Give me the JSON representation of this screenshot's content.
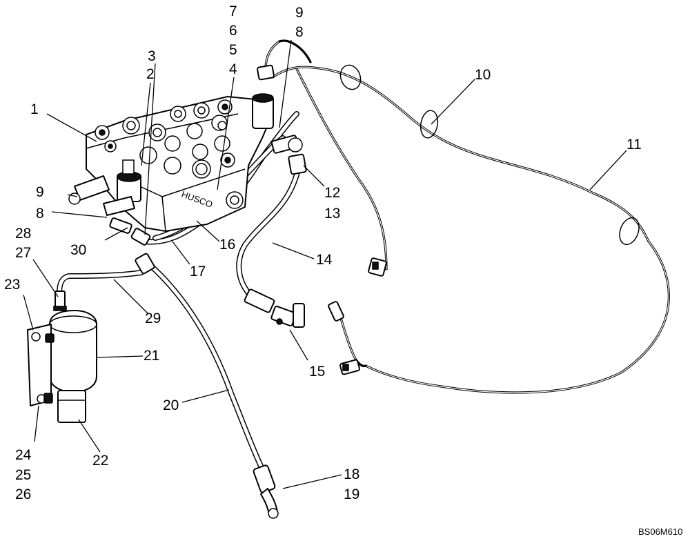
{
  "callouts": [
    {
      "id": "c1",
      "text": "1"
    },
    {
      "id": "c2",
      "text": "2"
    },
    {
      "id": "c3",
      "text": "3"
    },
    {
      "id": "c4",
      "text": "4"
    },
    {
      "id": "c5",
      "text": "5"
    },
    {
      "id": "c6",
      "text": "6"
    },
    {
      "id": "c7",
      "text": "7"
    },
    {
      "id": "c8a",
      "text": "8"
    },
    {
      "id": "c9a",
      "text": "9"
    },
    {
      "id": "c8b",
      "text": "8"
    },
    {
      "id": "c9b",
      "text": "9"
    },
    {
      "id": "c10",
      "text": "10"
    },
    {
      "id": "c11",
      "text": "11"
    },
    {
      "id": "c12",
      "text": "12"
    },
    {
      "id": "c13",
      "text": "13"
    },
    {
      "id": "c14",
      "text": "14"
    },
    {
      "id": "c15",
      "text": "15"
    },
    {
      "id": "c16",
      "text": "16"
    },
    {
      "id": "c17",
      "text": "17"
    },
    {
      "id": "c18",
      "text": "18"
    },
    {
      "id": "c19",
      "text": "19"
    },
    {
      "id": "c20",
      "text": "20"
    },
    {
      "id": "c21",
      "text": "21"
    },
    {
      "id": "c22",
      "text": "22"
    },
    {
      "id": "c23",
      "text": "23"
    },
    {
      "id": "c24",
      "text": "24"
    },
    {
      "id": "c25",
      "text": "25"
    },
    {
      "id": "c26",
      "text": "26"
    },
    {
      "id": "c27",
      "text": "27"
    },
    {
      "id": "c28",
      "text": "28"
    },
    {
      "id": "c29",
      "text": "29"
    },
    {
      "id": "c30",
      "text": "30"
    }
  ],
  "valve_stamp": "HUSCO",
  "figure_ref": "BS06M610"
}
